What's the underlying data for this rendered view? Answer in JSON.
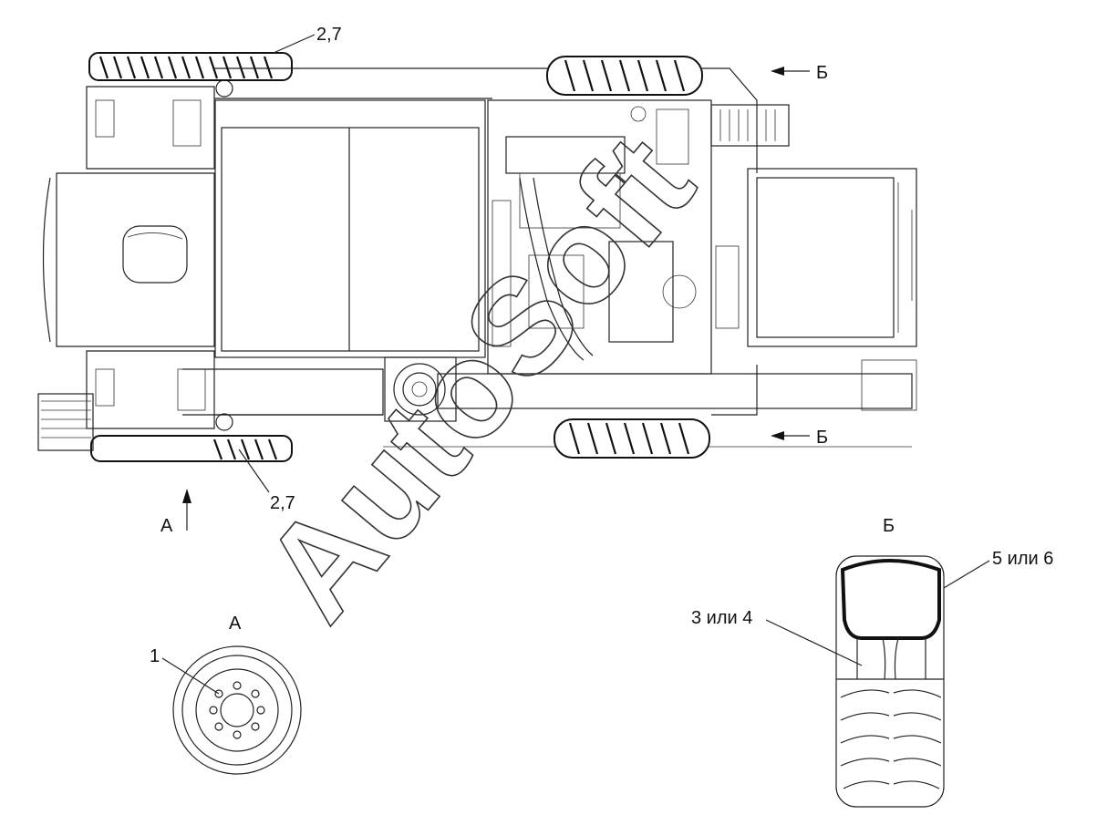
{
  "labels": {
    "top_left_callout": "2,7",
    "bottom_left_callout": "2,7",
    "arrow_b_top": "Б",
    "arrow_b_bottom": "Б",
    "arrow_a": "А",
    "view_a_title": "А",
    "view_a_callout": "1",
    "view_b_title": "Б",
    "view_b_callout_left": "3 или 4",
    "view_b_callout_right": "5 или 6"
  },
  "watermark": {
    "text": "AutoSoft"
  }
}
